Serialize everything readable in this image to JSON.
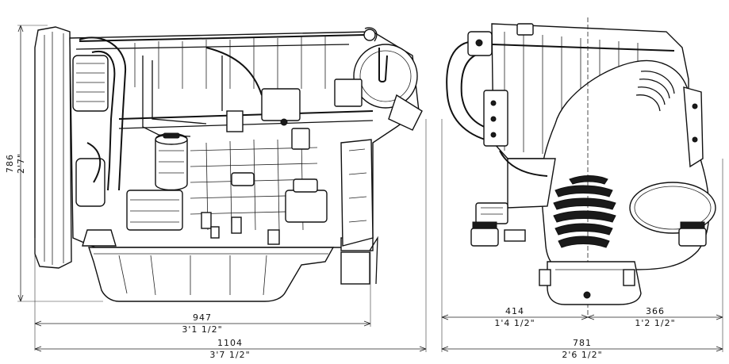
{
  "dimensions": {
    "height": {
      "mm": "786",
      "imperial": "2'7\""
    },
    "side_length_947": {
      "mm": "947",
      "imperial": "3'1 1/2\""
    },
    "side_length_1104": {
      "mm": "1104",
      "imperial": "3'7 1/2\""
    },
    "front_left": {
      "mm": "414",
      "imperial": "1'4 1/2\""
    },
    "front_right": {
      "mm": "366",
      "imperial": "1'2 1/2\""
    },
    "front_width": {
      "mm": "781",
      "imperial": "2'6 1/2\""
    }
  }
}
